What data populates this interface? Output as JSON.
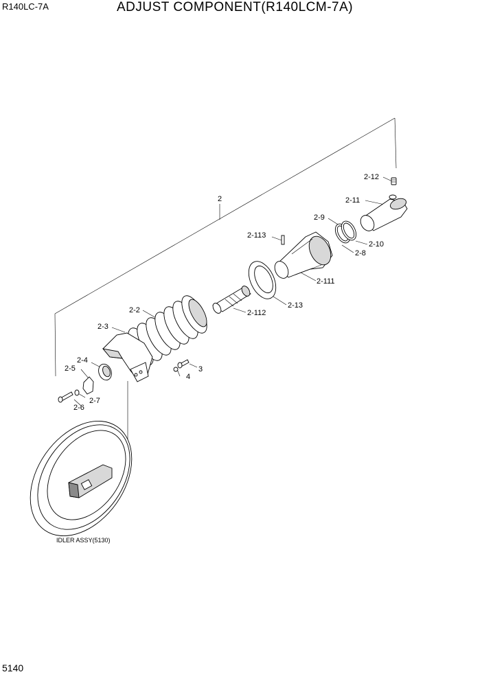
{
  "header": {
    "model": "R140LC-7A",
    "title": "ADJUST COMPONENT(R140LCM-7A)"
  },
  "footer": {
    "page_number": "5140"
  },
  "callouts": {
    "c2": "2",
    "c2_2": "2-2",
    "c2_3": "2-3",
    "c2_4": "2-4",
    "c2_5": "2-5",
    "c2_6": "2-6",
    "c2_7": "2-7",
    "c2_8": "2-8",
    "c2_9": "2-9",
    "c2_10": "2-10",
    "c2_11": "2-11",
    "c2_12": "2-12",
    "c2_13": "2-13",
    "c2_111": "2-111",
    "c2_112": "2-112",
    "c2_113": "2-113",
    "c3": "3",
    "c4": "4"
  },
  "idler_caption": "IDLER ASSY(5130)"
}
